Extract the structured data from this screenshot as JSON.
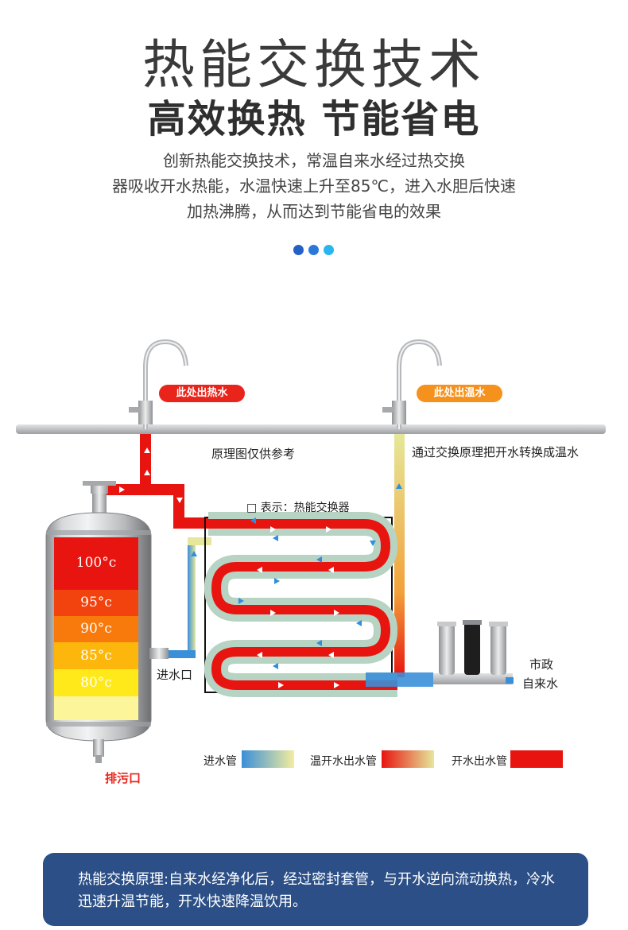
{
  "header": {
    "title": "热能交换技术",
    "subtitle": "高效换热 节能省电",
    "description_lines": [
      "创新热能交换技术，常温自来水经过热交换",
      "器吸收开水热能，水温快速上升至85℃，进入水胆后快速",
      "加热沸腾，从而达到节能省电的效果"
    ],
    "dots_colors": [
      "#2460c6",
      "#2a78d8",
      "#29b6ee"
    ]
  },
  "diagram": {
    "hot_tap_label": "此处出热水",
    "warm_tap_label": "此处出温水",
    "note_principle": "原理图仅供参考",
    "note_exchange": "通过交换原理把开水转换成温水",
    "exchanger_label": "□ 表示：热能交换器",
    "inlet_label": "进水口",
    "drain_label": "排污口",
    "municipal_line1": "市政",
    "municipal_line2": "自来水",
    "temps": [
      "100°c",
      "95°c",
      "90°c",
      "85°c",
      "80°c"
    ],
    "temp_colors": [
      "#e8140f",
      "#f2420e",
      "#f87a0d",
      "#fdb70c",
      "#ffe91a",
      "#fdf59a"
    ],
    "legend": {
      "inlet_pipe": "进水管",
      "warm_pipe": "温开水出水管",
      "boil_pipe": "开水出水管"
    },
    "colors": {
      "hot_pill": "#e8241b",
      "warm_pill": "#f5921e",
      "hot_pipe": "#e8140f",
      "cold_pipe": "#3a8fd9",
      "warm_pipe": "#e6e79a"
    }
  },
  "footer": {
    "text": "热能交换原理:自来水经净化后，经过密封套管，与开水逆向流动换热，冷水迅速升温节能，开水快速降温饮用。"
  }
}
